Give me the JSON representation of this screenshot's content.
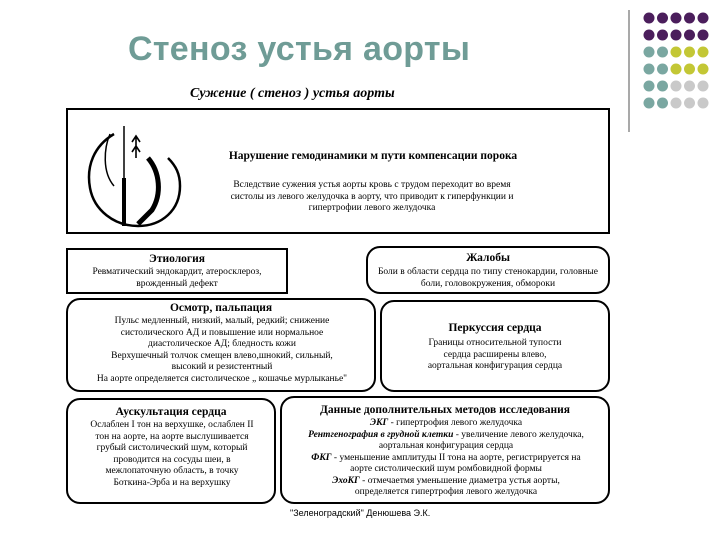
{
  "title": "Стеноз устья аорты",
  "subtitle": "Сужение ( стеноз ) устья аорты",
  "colors": {
    "title": "#6f9c96",
    "dot_purple": "#4b1e5c",
    "dot_teal": "#7aa7a1",
    "dot_olive": "#c3c735",
    "dot_gray": "#c9c9c9"
  },
  "header_box": {
    "heading": "Нарушение гемодинамики м пути компенсации порока",
    "text": "Вследствие сужения устья аорты кровь с трудом переходит во время систолы из левого желудочка в аорту, что приводит к гиперфункции и гипертрофии левого желудочка",
    "icon": "heart-diagram-icon"
  },
  "etiology": {
    "heading": "Этиология",
    "text": "Ревматический эндокардит, атеросклероз, врожденный дефект"
  },
  "complaints": {
    "heading": "Жалобы",
    "text": "Боли в области сердца по типу стенокардии, головные боли, головокружения, обмороки"
  },
  "exam": {
    "heading": "Осмотр, пальпация",
    "lines": [
      "Пульс медленный, низкий, малый, редкий; снижение",
      "систолического АД и повышение или нормальное",
      "диастолическое АД; бледность кожи",
      "Верхушечный толчок смещен влево,шнокий, сильный,",
      "высокий и резистентный",
      "На аорте определяется систолическое „ кошачье мурлыканье\""
    ]
  },
  "percussion": {
    "heading": "Перкуссия сердца",
    "lines": [
      "Границы относительной тупости",
      "сердца расширены влево,",
      "аортальная конфигурация сердца"
    ]
  },
  "auscultation": {
    "heading": "Аускультация сердца",
    "lines": [
      "Ослаблен I тон на верхушке, ослаблен II",
      "тон на аорте, на аорте выслушивается",
      "грубый систолический шум, который",
      "проводится на сосуды шеи, в",
      "межлопаточную область, в точку",
      "Боткина-Эрба и на верхушку"
    ]
  },
  "additional": {
    "heading": "Данные дополнительных методов исследования",
    "items": [
      {
        "label": "ЭКГ",
        "text": " - гипертрофия левого желудочка"
      },
      {
        "label": "Рентгенография в грудной клетки",
        "text": " - увеличение левого желудочка,"
      },
      {
        "label": "",
        "text": "аортальная конфигурация сердца"
      },
      {
        "label": "ФКГ",
        "text": " - уменьшение амплитуды II тона на аорте, регистрируется на"
      },
      {
        "label": "",
        "text": "аорте систолический шум ромбовидной формы"
      },
      {
        "label": "ЭхоКГ",
        "text": " - отмечаетмя уменьшение диаметра устья аорты,"
      },
      {
        "label": "",
        "text": "определяется гипертрофия левого желудочка"
      }
    ]
  },
  "footer": "\"Зеленоградский\" Денюшева Э.К."
}
